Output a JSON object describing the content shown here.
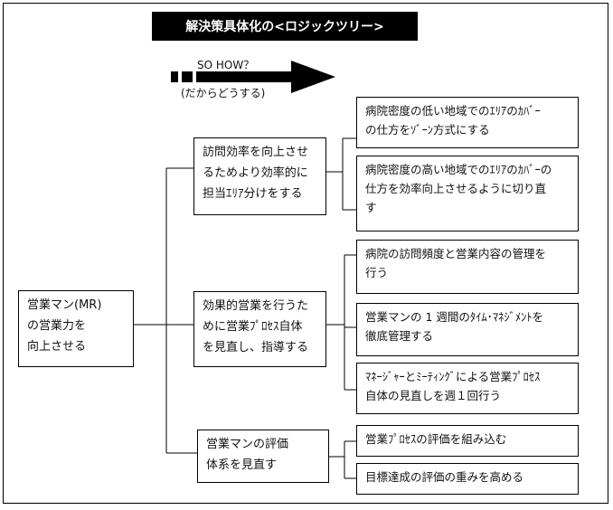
{
  "title": "解決策具体化の<ロジックツリー>",
  "arrow": {
    "label_en": "SO HOW？",
    "label_jp": "(だからどうする)"
  },
  "root": "営業マン(MR)\nの営業力を\n向上させる",
  "branches": [
    "訪問効率を向上させ\nるためより効率的に\n担当ｴﾘｱ分けをする",
    "効果的営業を行うた\nめに営業ﾌﾟﾛｾｽ自体\nを見直し、指導する",
    "営業マンの評価\n体系を見直す"
  ],
  "leaves": [
    "病院密度の低い地域でのｴﾘｱのｶﾊﾞｰ\nの仕方をｿﾞｰﾝ方式にする",
    "病院密度の高い地域でのｴﾘｱのｶﾊﾞｰの\n仕方を効率向上させるように切り直\nす",
    "病院の訪問頻度と営業内容の管理を\n行う",
    "営業マンの 1 週間のﾀｲﾑ･ﾏﾈｼﾞﾒﾝﾄを\n徹底管理する",
    "ﾏﾈｰｼﾞｬｰとﾐｰﾃｨﾝｸﾞによる営業ﾌﾟﾛｾｽ\n自体の見直しを週１回行う",
    "営業ﾌﾟﾛｾｽの評価を組み込む",
    "目標達成の評価の重みを高める"
  ]
}
